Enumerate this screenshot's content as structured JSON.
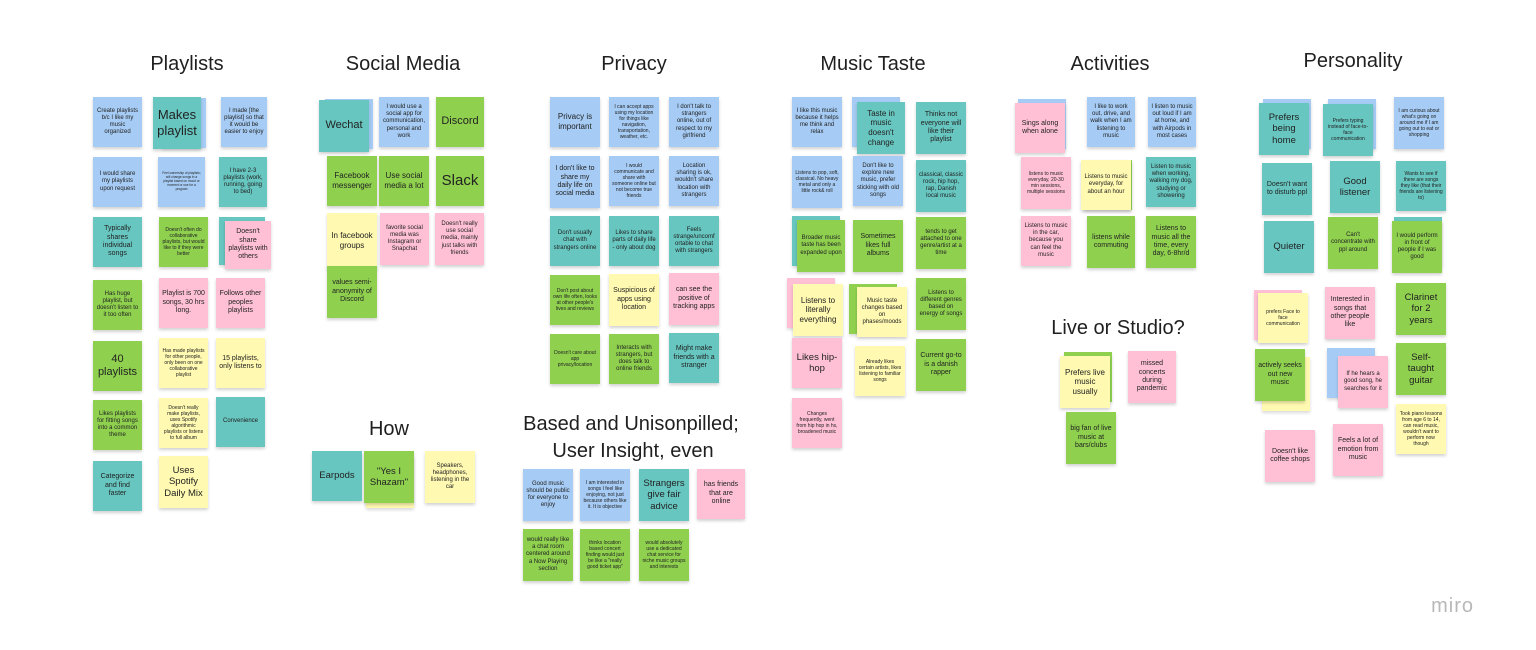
{
  "colors": {
    "blue": "#a6ccf5",
    "teal": "#67c6c0",
    "green": "#8fd14f",
    "yellow": "#fff9b1",
    "pink": "#ffc0d6"
  },
  "headings": {
    "playlists": "Playlists",
    "social_media": "Social Media",
    "privacy": "Privacy",
    "music_taste": "Music Taste",
    "activities": "Activities",
    "personality": "Personality",
    "how": "How",
    "based": "Based and Unisonpilled;",
    "based2": "User Insight, even",
    "live_or_studio": "Live or Studio?"
  },
  "playlists": [
    "Create playlists b/c I like my music organized",
    "Makes playlist",
    "I made [the playlist] so that it would be easier to enjoy",
    "I would share my playlists upon request",
    "Feel ownership of playlists; will change songs in a playlist based on mood or moment or use for a program",
    "I have 2-3 playlists (work, running, going to bed)",
    "Typically shares individual songs",
    "Doesn't often do collaborative playlists, but would like to if they were better",
    "Doesn't share playlists with others",
    "Has huge playlist, but doesn't listen to it too often",
    "Playlist is 700 songs, 30 hrs long.",
    "Follows other peoples playlists",
    "40 playlists",
    "Has made playlists for other people, only been on one collaborative playlist",
    "15 playlists, only listens to",
    "Likes playlists for fitting songs into a common theme",
    "Doesn't really make playlists, uses Spotify algorithmic playlists or listens to full album",
    "Convenience",
    "Categorize and find faster",
    "Uses Spotify Daily Mix"
  ],
  "social_media": [
    "Wechat",
    "I would use a social app for communication, personal and work",
    "Discord",
    "Facebook messenger",
    "Use social media a lot",
    "Slack",
    "In facebook groups",
    "favorite social media was Instagram or Snapchat",
    "Doesn't really use social media, mainly just talks with friends",
    "values semi-anonymity of Discord"
  ],
  "how": [
    "Earpods",
    "\"Yes I Shazam\"",
    "Speakers, headphones, listening in the car"
  ],
  "privacy": [
    "Privacy is important",
    "I can accept apps using my location for things like navigation, transportation, weather, etc.",
    "I don't talk to strangers online, out of respect to my girlfriend",
    "I don't like to share my daily life on social media",
    "I would communicate and share with someone online but not become true friends",
    "Location sharing is ok, wouldn't share location with strangers",
    "Don't usually chat with strangers online",
    "Likes to share parts of daily life - only about dog",
    "Feels strange/uncomfortable to chat with strangers",
    "Don't post about own life often, looks at other people's lives and reviews",
    "Suspicious of apps using location",
    "can see the positive of tracking apps",
    "Doesn't care about app privacy/location",
    "Interacts with strangers, but does talk to online friends",
    "Might make friends with a stranger"
  ],
  "based": [
    "Good music should be public for everyone to enjoy",
    "I am interested in songs I feel like enjoying, not just because others like it. It is objective",
    "Strangers give fair advice",
    "has friends that are online",
    "would really like a chat room centered around a Now Playing section",
    "thinks location based concert finding would just be like a \"really good ticket app\"",
    "would absolutely use a dedicated chat service for niche music groups and interests"
  ],
  "music_taste": [
    "I like this music because it helps me think and relax",
    "Taste in music doesn't change",
    "Thinks not everyone will like their playlist",
    "Listens to pop, soft, classical. No heavy metal and only a little rock& roll",
    "Don't like to explore new music, prefer sticking with old songs",
    "classical, classic rock, hip hop, rap, Danish local music",
    "Broader music taste has been expanded upon",
    "Sometimes likes full albums",
    "tends to get attached to one genre/artist at a time",
    "Listens to literally everything",
    "Music taste changes based on phases/moods",
    "Listens to different genres based on energy of songs",
    "Likes hip-hop",
    "Already likes certain artists, likes listening to familiar songs",
    "Current go-to is a danish rapper",
    "Changes frequently, went from hip hop in hs, broadened music"
  ],
  "activities": [
    "Sings along when alone",
    "I like to work out, drive, and walk when I am listening to music",
    "I listen to music out loud if I am at home, and with Airpods in most cases",
    "listens to music everyday, 20-30 min sessions, multiple sessions",
    "Listens to music everyday, for about an hour",
    "Listen to music when working, walking my dog, studying or showering",
    "Listens to music in the car, because you can feel the music",
    "listens while commuting",
    "Listens to music all the time, every day, 6-8hr/d"
  ],
  "live_or_studio": [
    "Prefers live music usually",
    "missed concerts during pandemic",
    "big fan of live music at bars/clubs"
  ],
  "personality": [
    "Prefers being home",
    "Prefers typing instead of face-to-face communication",
    "I am curious about what's going on around me if I am going out to eat or shopping",
    "Doesn't want to disturb ppl",
    "Good listener",
    "Wants to see if there are songs they like (that their friends are listening to)",
    "Quieter",
    "Can't concentrate with ppl around",
    "I would perform in front of people if I was good",
    "prefers Face to face communication",
    "Interested in songs that other people like",
    "Clarinet for 2 years",
    "actively seeks out new music",
    "If he hears a good song, he searches for it",
    "Self-taught guitar",
    "Took piano lessons from age 6 to 14, can read music, wouldn't want to perform now though",
    "Doesn't like coffee shops",
    "Feels a lot of emotion from music"
  ],
  "logo": "miro"
}
